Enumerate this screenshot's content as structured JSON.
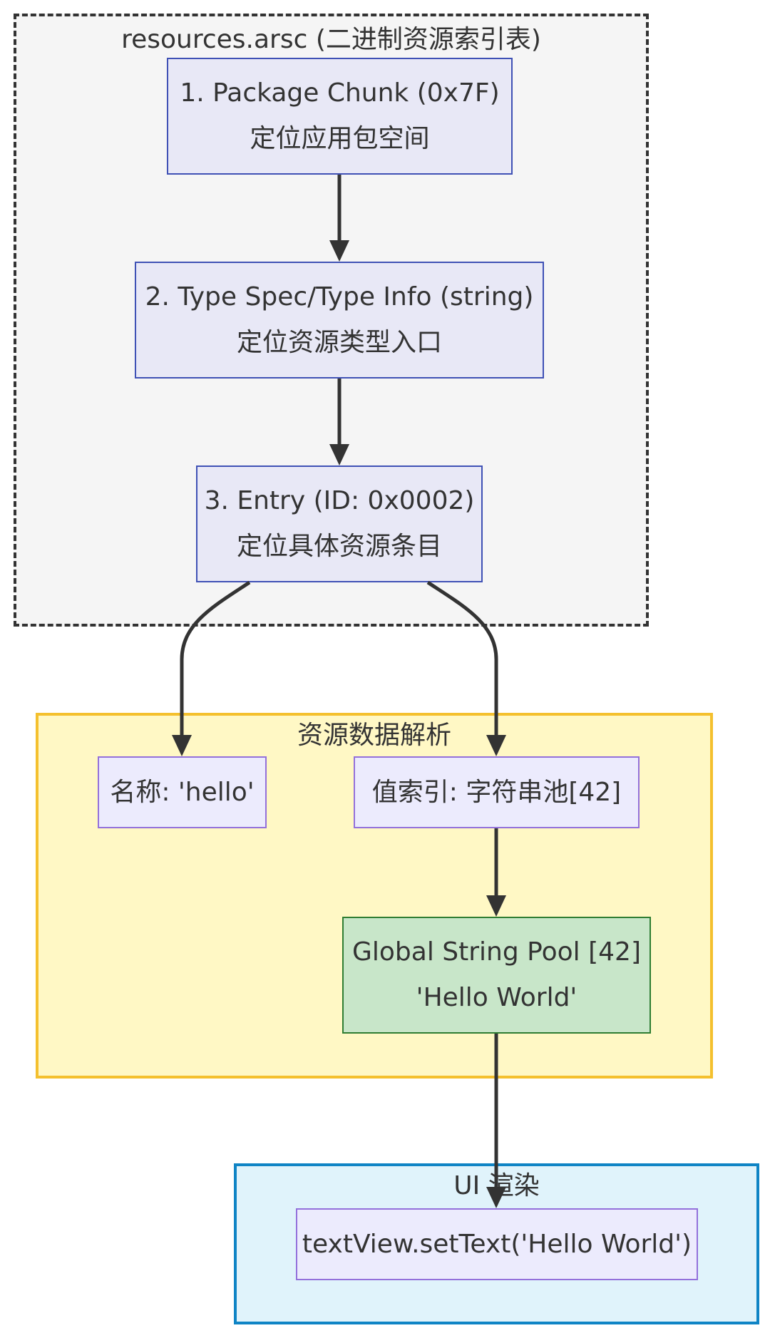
{
  "groups": {
    "arsc": "resources.arsc (二进制资源索引表)",
    "parse": "资源数据解析",
    "ui": "UI 渲染"
  },
  "nodes": {
    "package": {
      "line1": "1. Package Chunk (0x7F)",
      "line2": "定位应用包空间"
    },
    "type": {
      "line1": "2. Type Spec/Type Info (string)",
      "line2": "定位资源类型入口"
    },
    "entry": {
      "line1": "3. Entry (ID: 0x0002)",
      "line2": "定位具体资源条目"
    },
    "name": {
      "line1": "名称: 'hello'"
    },
    "value": {
      "line1": "值索引: 字符串池[42]"
    },
    "pool": {
      "line1": "Global String Pool [42]",
      "line2": "'Hello World'"
    },
    "ui": {
      "line1": "textView.setText('Hello World')"
    }
  },
  "colors": {
    "arsc_fill": "#f5f5f5",
    "parse_fill": "#fff8c5",
    "parse_border": "#f4c02e",
    "ui_fill": "#e0f3fb",
    "ui_border": "#0f84c5",
    "step_node_fill": "#e8e8f6",
    "step_node_border": "#3f51b5",
    "data_node_fill": "#ecebfd",
    "data_node_border": "#9370db",
    "pool_node_fill": "#c8e6c9",
    "pool_node_border": "#2e7d32"
  }
}
